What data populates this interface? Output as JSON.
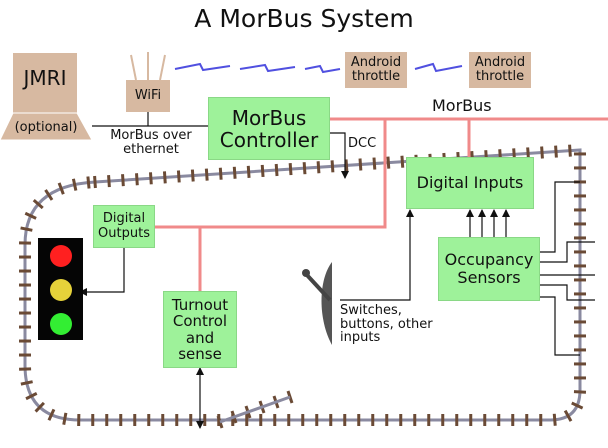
{
  "title": "A MorBus System",
  "jmri": {
    "label": "JMRI",
    "optional": "(optional)"
  },
  "wifi": {
    "label": "WiFi"
  },
  "throttles": [
    "Android throttle",
    "Android throttle"
  ],
  "controller": {
    "label": "MorBus Controller"
  },
  "labels": {
    "morbus_ethernet": "MorBus over ethernet",
    "dcc": "DCC",
    "morbus": "MorBus",
    "switches": "Switches, buttons, other inputs"
  },
  "digital_inputs": {
    "label": "Digital Inputs"
  },
  "digital_outputs": {
    "label": "Digital Outputs"
  },
  "turnout": {
    "label": "Turnout Control and sense"
  },
  "occupancy": {
    "label": "Occupancy Sensors"
  },
  "signal_lights": [
    "red",
    "yellow",
    "green"
  ],
  "colors": {
    "box_green": "#9ef29a",
    "device_tan": "#d7b9a1",
    "bus_line": "#f08a8a",
    "rail": "#8a8aa0",
    "tie": "#6a4a35",
    "wireless": "#5050e0",
    "signal_red": "#ff2020",
    "signal_yellow": "#e6d23a",
    "signal_green": "#33ee33"
  }
}
